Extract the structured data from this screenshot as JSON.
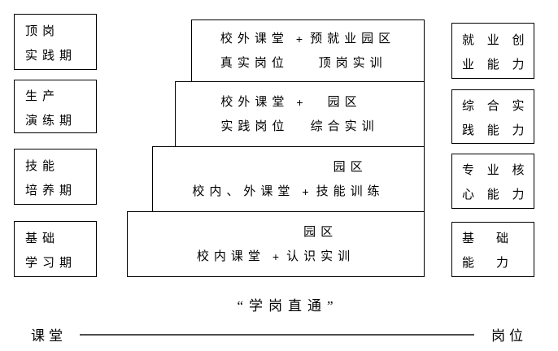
{
  "left_column": {
    "boxes": [
      {
        "line1": "顶岗",
        "line2": "实践期"
      },
      {
        "line1": "生产",
        "line2": "演练期"
      },
      {
        "line1": "技能",
        "line2": "培养期"
      },
      {
        "line1": "基础",
        "line2": "学习期"
      }
    ]
  },
  "stairs": [
    {
      "a1": "校外课堂",
      "p1": "+",
      "b1": "预就业园区",
      "a2": "真实岗位",
      "p2": "",
      "b2": "顶岗实训"
    },
    {
      "a1": "校外课堂",
      "p1": "+",
      "b1": "园区",
      "a2": "实践岗位",
      "p2": "",
      "b2": "综合实训"
    },
    {
      "a1": "",
      "p1": "",
      "b1": "园区",
      "a2": "校内、外课堂",
      "p2": "+",
      "b2": "技能训练"
    },
    {
      "a1": "",
      "p1": "",
      "b1": "园区",
      "a2": "校内课堂",
      "p2": "+",
      "b2": "认识实训"
    }
  ],
  "right_column": {
    "boxes": [
      {
        "line1": "就 业 创",
        "line2": "业 能 力"
      },
      {
        "line1": "综 合 实",
        "line2": "践 能 力"
      },
      {
        "line1": "专 业 核",
        "line2": "心 能 力"
      },
      {
        "line1": "基　础",
        "line2": "能　力"
      }
    ]
  },
  "caption": "“学岗直通”",
  "axis": {
    "left_label": "课堂",
    "right_label": "岗位"
  },
  "colors": {
    "background": "#ffffff",
    "border": "#000000",
    "text": "#000000",
    "axis_line": "#4d4d4d"
  }
}
